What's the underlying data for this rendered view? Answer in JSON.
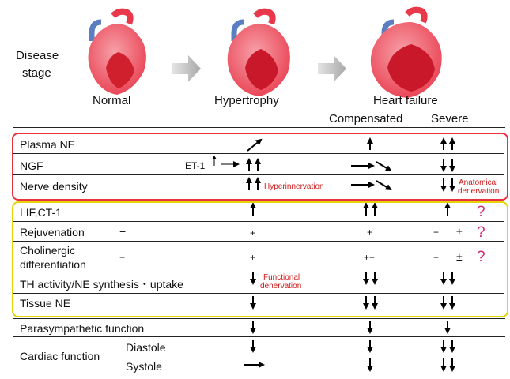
{
  "header": {
    "disease_stage_line1": "Disease",
    "disease_stage_line2": "stage",
    "stage_normal": "Normal",
    "stage_hypertrophy": "Hypertrophy",
    "stage_heart_failure": "Heart failure",
    "stage_compensated": "Compensated",
    "stage_severe": "Severe"
  },
  "rows": {
    "plasma_ne": "Plasma NE",
    "ngf": "NGF",
    "et1": "ET-1",
    "nerve_density": "Nerve density",
    "hyperinnervation": "Hyperinnervation",
    "anatomical_1": "Anatomical",
    "anatomical_2": "denervation",
    "lif_ct1": "LIF,CT-1",
    "rejuvenation": "Rejuvenation",
    "cholinergic_1": "Cholinergic",
    "cholinergic_2": "differentiation",
    "th_activity": "TH activity/NE synthesis・uptake",
    "functional_1": "Functional",
    "functional_2": "denervation",
    "tissue_ne": "Tissue NE",
    "parasympathetic": "Parasympathetic function",
    "cardiac_function": "Cardiac function",
    "diastole": "Diastole",
    "systole": "Systole"
  },
  "symbols": {
    "minus": "−",
    "plus": "+",
    "plusplus": "++",
    "plusminus": "±",
    "question": "?"
  },
  "colors": {
    "red_box": "#e8333f",
    "yellow_box": "#e6d40a",
    "note_red": "#d01818",
    "question_pink": "#d62a7a",
    "heart_red": "#e8384a"
  }
}
